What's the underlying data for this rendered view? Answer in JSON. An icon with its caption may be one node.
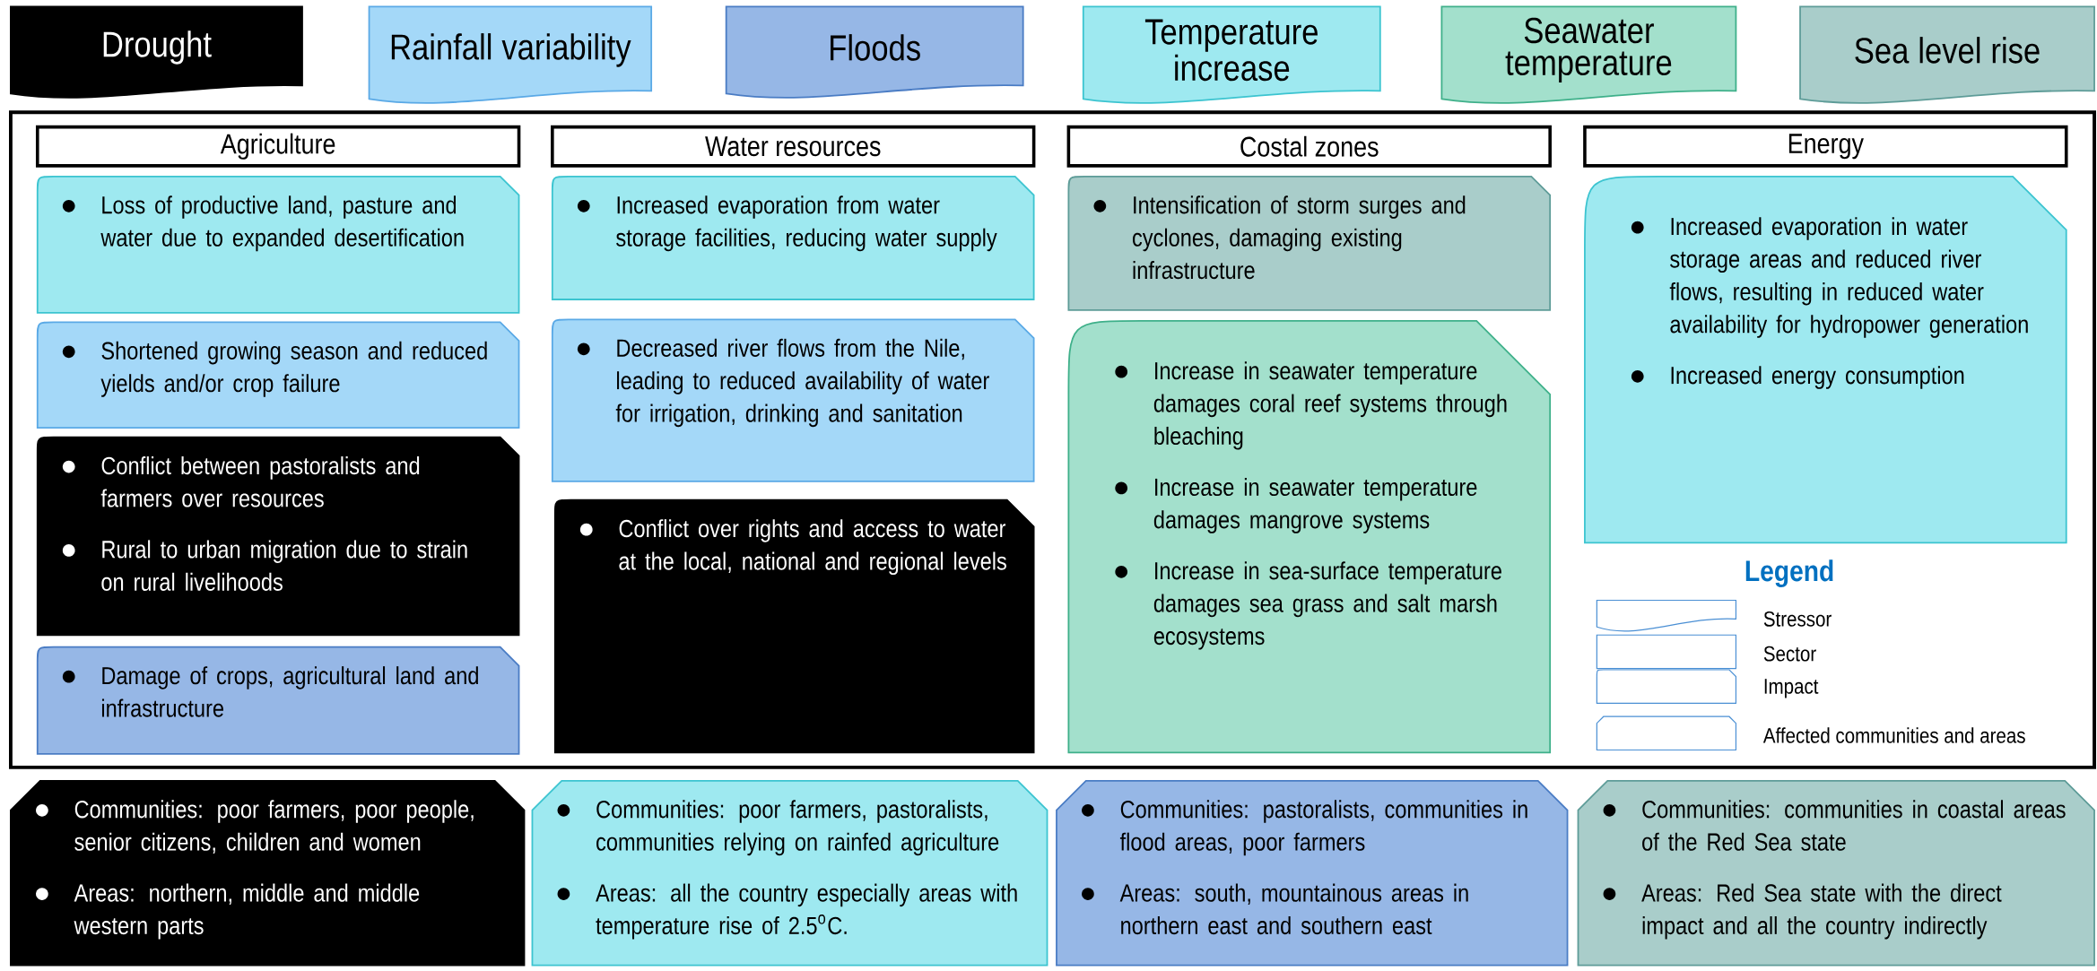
{
  "diagram": {
    "nodes": [
      {
        "text": [
          "Drought"
        ]
      },
      {
        "text": [
          "Rainfall variability"
        ]
      },
      {
        "text": [
          "Floods"
        ]
      },
      {
        "text": [
          "Temperature increase"
        ]
      },
      {
        "text": [
          "Seawater temperature"
        ]
      },
      {
        "text": [
          "Sea level rise"
        ]
      },
      {
        "text": [
          "Agriculture"
        ]
      },
      {
        "text": [
          "Water resources"
        ]
      },
      {
        "text": [
          "Costal zones"
        ]
      },
      {
        "text": [
          "Energy"
        ]
      },
      {
        "text": [
          "Loss of productive land, pasture and water due to expanded desertification"
        ]
      },
      {
        "text": [
          "Shortened growing season and reduced yields and/or crop failure"
        ]
      },
      {
        "text": [
          "Conflict between pastoralists and farmers over resources",
          "Rural to urban migration due to strain on rural livelihoods"
        ]
      },
      {
        "text": [
          "Damage of crops, agricultural land and infrastructure"
        ]
      },
      {
        "text": [
          "Increased evaporation from water storage facilities, reducing water supply"
        ]
      },
      {
        "text": [
          "Decreased river flows from the Nile, leading to reduced availability of water for irrigation, drinking and sanitation"
        ]
      },
      {
        "text": [
          "Conflict over rights and access to water at the local, national and regional levels"
        ]
      },
      {
        "text": [
          "Intensification of storm surges and cyclones, damaging existing infrastructure"
        ]
      },
      {
        "text": [
          "Increase in seawater temperature damages coral reef systems through bleaching",
          "Increase in seawater temperature damages mangrove systems",
          "Increase in sea-surface temperature damages sea grass and salt marsh ecosystems"
        ]
      },
      {
        "text": [
          "Increased evaporation in water storage areas and reduced river flows, resulting in reduced water availability for hydropower generation",
          "Increased energy consumption"
        ]
      },
      {
        "text": [
          "Communities: poor farmers, poor people, senior citizens, children and women",
          "Areas: northern, middle and middle western parts"
        ]
      },
      {
        "text": [
          "Communities: poor farmers, pastoralists, communities relying on rainfed agriculture",
          "Areas: all the country especially areas with temperature rise of 2.5$^{o}$C."
        ]
      },
      {
        "text": [
          "Communities: pastoralists, communities in flood areas, poor farmers",
          "Areas: south, mountainous areas in northern east and southern east"
        ]
      },
      {
        "text": [
          "Communities: communities in coastal areas of the Red Sea state",
          "Areas: Red Sea state with the direct impact and all the country indirectly"
        ]
      }
    ],
    "labels": [
      "Legend"
    ],
    "legend": [
      {
        "text": "Stressor"
      },
      {
        "text": "Sector"
      },
      {
        "text": "Impact"
      },
      {
        "text": "Affected communities and areas"
      }
    ]
  }
}
